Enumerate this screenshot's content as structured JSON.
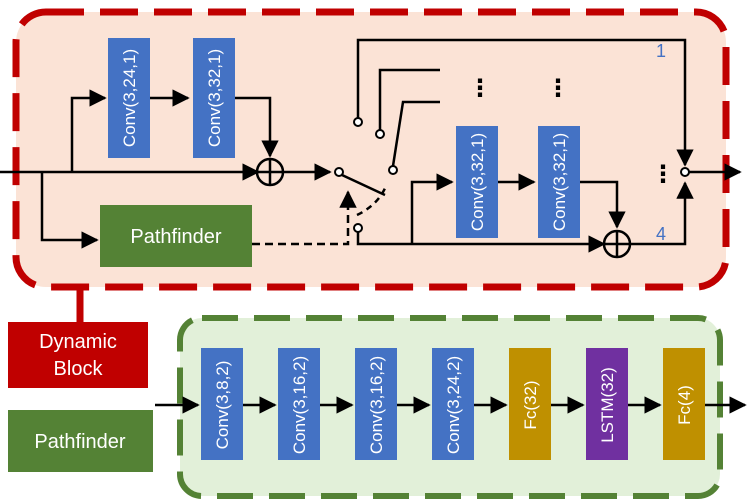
{
  "colors": {
    "dynamic_block_bg": "#fbe3d6",
    "dynamic_block_border": "#c00000",
    "pathfinder_bg": "#e2f0d9",
    "pathfinder_border": "#548235",
    "conv": "#4472c4",
    "fc": "#bf9000",
    "lstm": "#7030a0",
    "pathfinder_box": "#548235",
    "label_number": "#4472c4"
  },
  "dynamic_block": {
    "label_line1": "Dynamic",
    "label_line2": "Block",
    "branch_conv": [
      "Conv(3,24,1)",
      "Conv(3,32,1)"
    ],
    "path_conv": [
      "Conv(3,32,1)",
      "Conv(3,32,1)"
    ],
    "pathfinder_label": "Pathfinder",
    "switch_labels": [
      "1",
      "4"
    ],
    "ellipsis": "⋮"
  },
  "pathfinder_net": {
    "label": "Pathfinder",
    "layers": [
      {
        "text": "Conv(3,8,2)",
        "kind": "conv"
      },
      {
        "text": "Conv(3,16,2)",
        "kind": "conv"
      },
      {
        "text": "Conv(3,16,2)",
        "kind": "conv"
      },
      {
        "text": "Conv(3,24,2)",
        "kind": "conv"
      },
      {
        "text": "Fc(32)",
        "kind": "fc"
      },
      {
        "text": "LSTM(32)",
        "kind": "lstm"
      },
      {
        "text": "Fc(4)",
        "kind": "fc"
      }
    ]
  }
}
